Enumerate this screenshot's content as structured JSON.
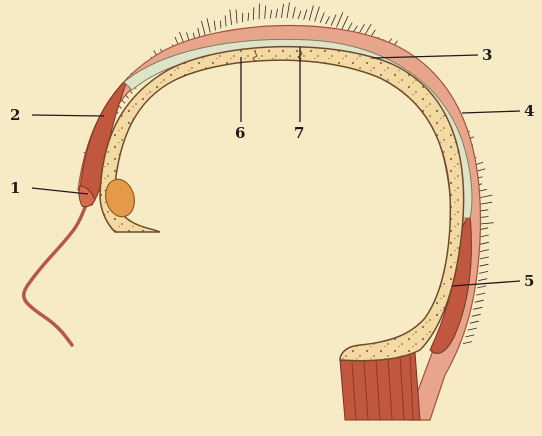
{
  "figure": {
    "labels": [
      {
        "id": "1",
        "text": "1"
      },
      {
        "id": "2",
        "text": "2"
      },
      {
        "id": "3",
        "text": "3"
      },
      {
        "id": "4",
        "text": "4"
      },
      {
        "id": "5",
        "text": "5"
      },
      {
        "id": "6",
        "text": "6"
      },
      {
        "id": "7",
        "text": "7"
      }
    ],
    "colors": {
      "background": "#f7ebc6",
      "skin": "#e7a58b",
      "muscle": "#c0573e",
      "bone": "#f3d9a3",
      "bone_outline": "#6d4a2a",
      "aponeurosis": "#dfe3c8",
      "sinus": "#e49a46",
      "hair": "#2a2a2a",
      "leader_line": "#1c1c1c"
    }
  }
}
